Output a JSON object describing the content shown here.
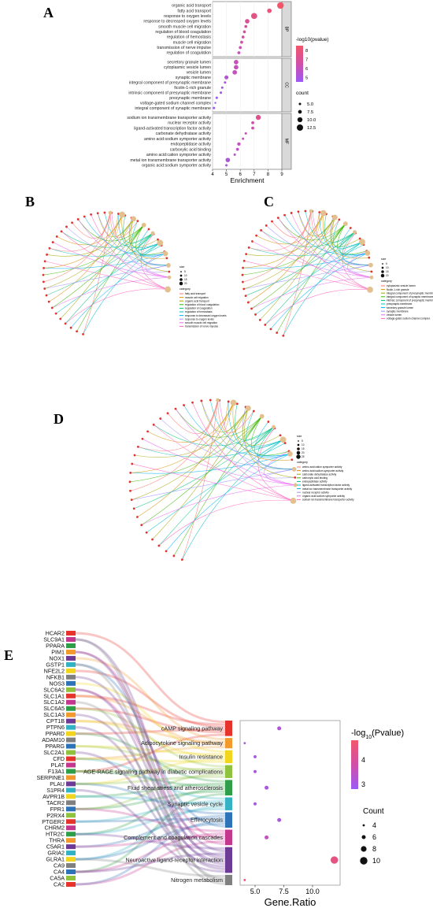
{
  "panel_labels": {
    "a": "A",
    "b": "B",
    "c": "C",
    "d": "D",
    "e": "E"
  },
  "colors": {
    "low": "#9b59f5",
    "mid": "#d14fa8",
    "high": "#f2566a",
    "strip": "#d9d9d9",
    "panel_border": "#888888"
  },
  "chart_data": [
    {
      "type": "scatter",
      "panel": "A",
      "xlabel": "Enrichment",
      "xlim": [
        4,
        9
      ],
      "xticks": [
        4,
        5,
        6,
        7,
        8,
        9
      ],
      "facets": [
        {
          "name": "BP",
          "terms": [
            "organic acid transport",
            "fatty acid transport",
            "response to oxygen levels",
            "response to decreased oxygen levels",
            "smooth muscle cell migration",
            "regulation of blood coagulation",
            "regulation of hemostasis",
            "muscle cell migration",
            "transmission of nerve impulse",
            "regulation of coagulation"
          ],
          "x": [
            8.9,
            8.1,
            7.0,
            6.5,
            6.4,
            6.3,
            6.2,
            6.1,
            6.0,
            5.9
          ],
          "neglog10p": [
            8.5,
            8.0,
            7.6,
            7.1,
            6.9,
            6.7,
            6.6,
            6.4,
            6.2,
            6.0
          ],
          "count": [
            13,
            9,
            12,
            9,
            6,
            6,
            6,
            6,
            6,
            6
          ]
        },
        {
          "name": "CC",
          "terms": [
            "secretory granule lumen",
            "cytoplasmic vesicle lumen",
            "vesicle lumen",
            "synaptic membrane",
            "integral component of presynaptic membrane",
            "ficolin-1-rich granule",
            "intrinsic component of presynaptic membrane",
            "presynaptic membrane",
            "voltage-gated sodium channel complex",
            "integral component of synaptic membrane"
          ],
          "x": [
            5.7,
            5.7,
            5.6,
            5.0,
            4.9,
            4.7,
            4.6,
            4.3,
            4.2,
            4.1
          ],
          "neglog10p": [
            6.1,
            6.0,
            6.0,
            5.5,
            5.0,
            4.9,
            4.8,
            4.6,
            4.6,
            4.5
          ],
          "count": [
            9,
            9,
            9,
            8,
            5,
            5,
            5,
            5,
            4,
            5
          ]
        },
        {
          "name": "MF",
          "terms": [
            "sodium ion transmembrane transporter activity",
            "nuclear receptor activity",
            "ligand-activated transcription factor activity",
            "carbonate dehydratase activity",
            "amino acid:sodium symporter activity",
            "endopeptidase activity",
            "carboxylic acid binding",
            "amino acid:cation symporter activity",
            "metal ion transmembrane transporter activity",
            "organic acid:sodium symporter activity"
          ],
          "x": [
            7.3,
            6.9,
            6.9,
            6.4,
            6.2,
            5.9,
            5.8,
            5.6,
            5.1,
            5.0
          ],
          "neglog10p": [
            7.4,
            6.6,
            6.6,
            6.2,
            6.0,
            5.9,
            5.8,
            5.6,
            5.2,
            5.0
          ],
          "count": [
            10,
            6,
            6,
            5,
            5,
            7,
            6,
            5,
            9,
            5
          ]
        }
      ],
      "legend_color": {
        "title": "-log10(pvalue)",
        "ticks": [
          5,
          6,
          7,
          8
        ],
        "range": [
          4.5,
          8.5
        ]
      },
      "legend_size": {
        "title": "count",
        "ticks": [
          5.0,
          7.5,
          10.0,
          12.5
        ],
        "labels": [
          "5.0",
          "7.5",
          "10.0",
          "12.5"
        ]
      }
    },
    {
      "type": "scatter",
      "panel": "E",
      "xlabel": "Gene.Ratio",
      "xticks": [
        5.0,
        7.5,
        10.0
      ],
      "xlim": [
        3.7,
        12.4
      ],
      "pathways": [
        "cAMP signaling pathway",
        "Adipocytokine signaling pathway",
        "Insulin resistance",
        "AGE-RAGE signaling pathway in diabetic complications",
        "Fluid shear stress and atherosclerosis",
        "Synaptic vesicle cycle",
        "Efferocytosis",
        "Complement and coagulation cascades",
        "Neuroactive ligand-receptor interaction",
        "Nitrogen metabolism"
      ],
      "pathway_colors": [
        "#e6342c",
        "#f29a2e",
        "#f2d61e",
        "#8fc23d",
        "#2e9e48",
        "#33b2c4",
        "#2d73b8",
        "#c4378f",
        "#6d3a96",
        "#808080"
      ],
      "pathway_gene_counts": [
        6,
        4,
        5,
        5,
        6,
        5,
        6,
        6,
        10,
        4
      ],
      "gene_ratio": [
        7.1,
        4.1,
        5.0,
        5.0,
        6.0,
        5.0,
        7.1,
        6.0,
        11.9,
        4.1
      ],
      "neglog10p": [
        3.2,
        3.0,
        3.0,
        3.0,
        3.1,
        3.0,
        3.1,
        3.5,
        4.4,
        4.6
      ],
      "count": [
        6,
        4,
        5,
        5,
        6,
        5,
        6,
        6,
        10,
        4
      ],
      "genes": [
        "HCAR2",
        "SLC9A1",
        "PPARA",
        "PIM1",
        "NOX1",
        "GSTP1",
        "NFE2L2",
        "NFKB1",
        "NOS3",
        "SLC6A2",
        "SLC1A1",
        "SLC1A2",
        "SLC6A5",
        "SLC1A3",
        "CPT1B",
        "PTPN6",
        "PPARD",
        "ADAM10",
        "PPARG",
        "SLC2A1",
        "CFD",
        "PLAT",
        "F13A1",
        "SERPINE1",
        "PLAU",
        "S1PR4",
        "AVPR1B",
        "TACR2",
        "FPR1",
        "P2RX4",
        "PTGER2",
        "CHRM2",
        "HTR2C",
        "THRA",
        "C5AR1",
        "GRIA2",
        "GLRA1",
        "CA9",
        "CA4",
        "CA5A",
        "CA2"
      ],
      "legend_color": {
        "title": "-log",
        "title_sub": "10",
        "title_rest": "(Pvalue)",
        "ticks": [
          3,
          4
        ],
        "range": [
          2.8,
          4.8
        ]
      },
      "legend_size": {
        "title": "Count",
        "ticks": [
          4,
          6,
          8,
          10
        ]
      }
    }
  ],
  "networks": [
    {
      "panel": "B",
      "legend_size_title": "size",
      "legend_size_ticks": [
        "5",
        "10",
        "15",
        "20"
      ],
      "legend_cat_title": "category",
      "categories": [
        "fatty acid transport",
        "muscle cell migration",
        "organic acid transport",
        "regulation of blood coagulation",
        "regulation of coagulation",
        "regulation of hemostasis",
        "response to decreased oxygen levels",
        "response to oxygen levels",
        "smooth muscle cell migration",
        "transmission of nerve impulse"
      ],
      "colors": [
        "#f8766d",
        "#d89000",
        "#a3a500",
        "#39b600",
        "#00bf7d",
        "#00bfc4",
        "#00b0f6",
        "#9590ff",
        "#e76bf3",
        "#ff62bc"
      ]
    },
    {
      "panel": "C",
      "legend_size_title": "size",
      "legend_size_ticks": [
        "5",
        "10",
        "15",
        "20"
      ],
      "legend_cat_title": "category",
      "categories": [
        "cytoplasmic vesicle lumen",
        "ficolin-1-rich granule",
        "integral component of presynaptic membrane",
        "integral component of synaptic membrane",
        "intrinsic component of presynaptic membrane",
        "presynaptic membrane",
        "secretory granule lumen",
        "synaptic membrane",
        "vesicle lumen",
        "voltage-gated sodium channel complex"
      ],
      "colors": [
        "#f8766d",
        "#d89000",
        "#a3a500",
        "#39b600",
        "#00bf7d",
        "#00bfc4",
        "#00b0f6",
        "#9590ff",
        "#e76bf3",
        "#ff62bc"
      ]
    },
    {
      "panel": "D",
      "legend_size_title": "size",
      "legend_size_ticks": [
        "5",
        "10",
        "15",
        "20",
        "25"
      ],
      "legend_cat_title": "category",
      "categories": [
        "amino acid:cation symporter activity",
        "amino acid:sodium symporter activity",
        "carbonate dehydratase activity",
        "carboxylic acid binding",
        "endopeptidase activity",
        "ligand-activated transcription factor activity",
        "metal ion transmembrane transporter activity",
        "nuclear receptor activity",
        "organic acid:sodium symporter activity",
        "sodium ion transmembrane transporter activity"
      ],
      "colors": [
        "#f8766d",
        "#d89000",
        "#a3a500",
        "#39b600",
        "#00bf7d",
        "#00bfc4",
        "#00b0f6",
        "#9590ff",
        "#e76bf3",
        "#ff62bc"
      ]
    }
  ]
}
